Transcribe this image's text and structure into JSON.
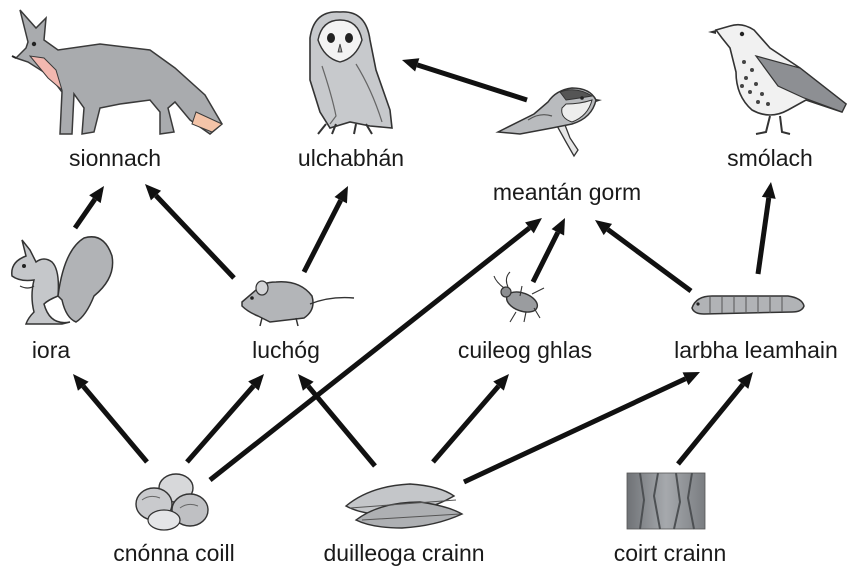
{
  "colors": {
    "arrow": "#111111",
    "label": "#1a1a1a",
    "fox_fur": "#a9abae",
    "fox_accent": "#f2b8b0",
    "bird_grey": "#b9bbbe",
    "bark": "#8f9296"
  },
  "nodes": {
    "sionnach": {
      "label": "sionnach",
      "icon": "fox-icon"
    },
    "ulchabhan": {
      "label": "ulchabhán",
      "icon": "owl-icon"
    },
    "meantan_gorm": {
      "label": "meantán gorm",
      "icon": "blue-tit-icon"
    },
    "smolach": {
      "label": "smólach",
      "icon": "thrush-icon"
    },
    "iora": {
      "label": "iora",
      "icon": "squirrel-icon"
    },
    "luchog": {
      "label": "luchóg",
      "icon": "mouse-icon"
    },
    "cuileog_ghlas": {
      "label": "cuileog ghlas",
      "icon": "aphid-icon"
    },
    "larbha_leamhain": {
      "label": "larbha leamhain",
      "icon": "caterpillar-icon"
    },
    "cnonna_coill": {
      "label": "cnónna coill",
      "icon": "hazelnuts-icon"
    },
    "duilleoga_crainn": {
      "label": "duilleoga crainn",
      "icon": "leaves-icon"
    },
    "coirt_crainn": {
      "label": "coirt crainn",
      "icon": "bark-icon"
    }
  },
  "edges": [
    {
      "from": "iora",
      "to": "sionnach"
    },
    {
      "from": "luchog",
      "to": "sionnach"
    },
    {
      "from": "luchog",
      "to": "ulchabhan"
    },
    {
      "from": "meantan_gorm",
      "to": "ulchabhan"
    },
    {
      "from": "cuileog_ghlas",
      "to": "meantan_gorm"
    },
    {
      "from": "larbha_leamhain",
      "to": "meantan_gorm"
    },
    {
      "from": "larbha_leamhain",
      "to": "smolach"
    },
    {
      "from": "cnonna_coill",
      "to": "iora"
    },
    {
      "from": "cnonna_coill",
      "to": "luchog"
    },
    {
      "from": "cnonna_coill",
      "to": "meantan_gorm"
    },
    {
      "from": "duilleoga_crainn",
      "to": "luchog"
    },
    {
      "from": "duilleoga_crainn",
      "to": "cuileog_ghlas"
    },
    {
      "from": "duilleoga_crainn",
      "to": "larbha_leamhain"
    },
    {
      "from": "coirt_crainn",
      "to": "larbha_leamhain"
    }
  ]
}
